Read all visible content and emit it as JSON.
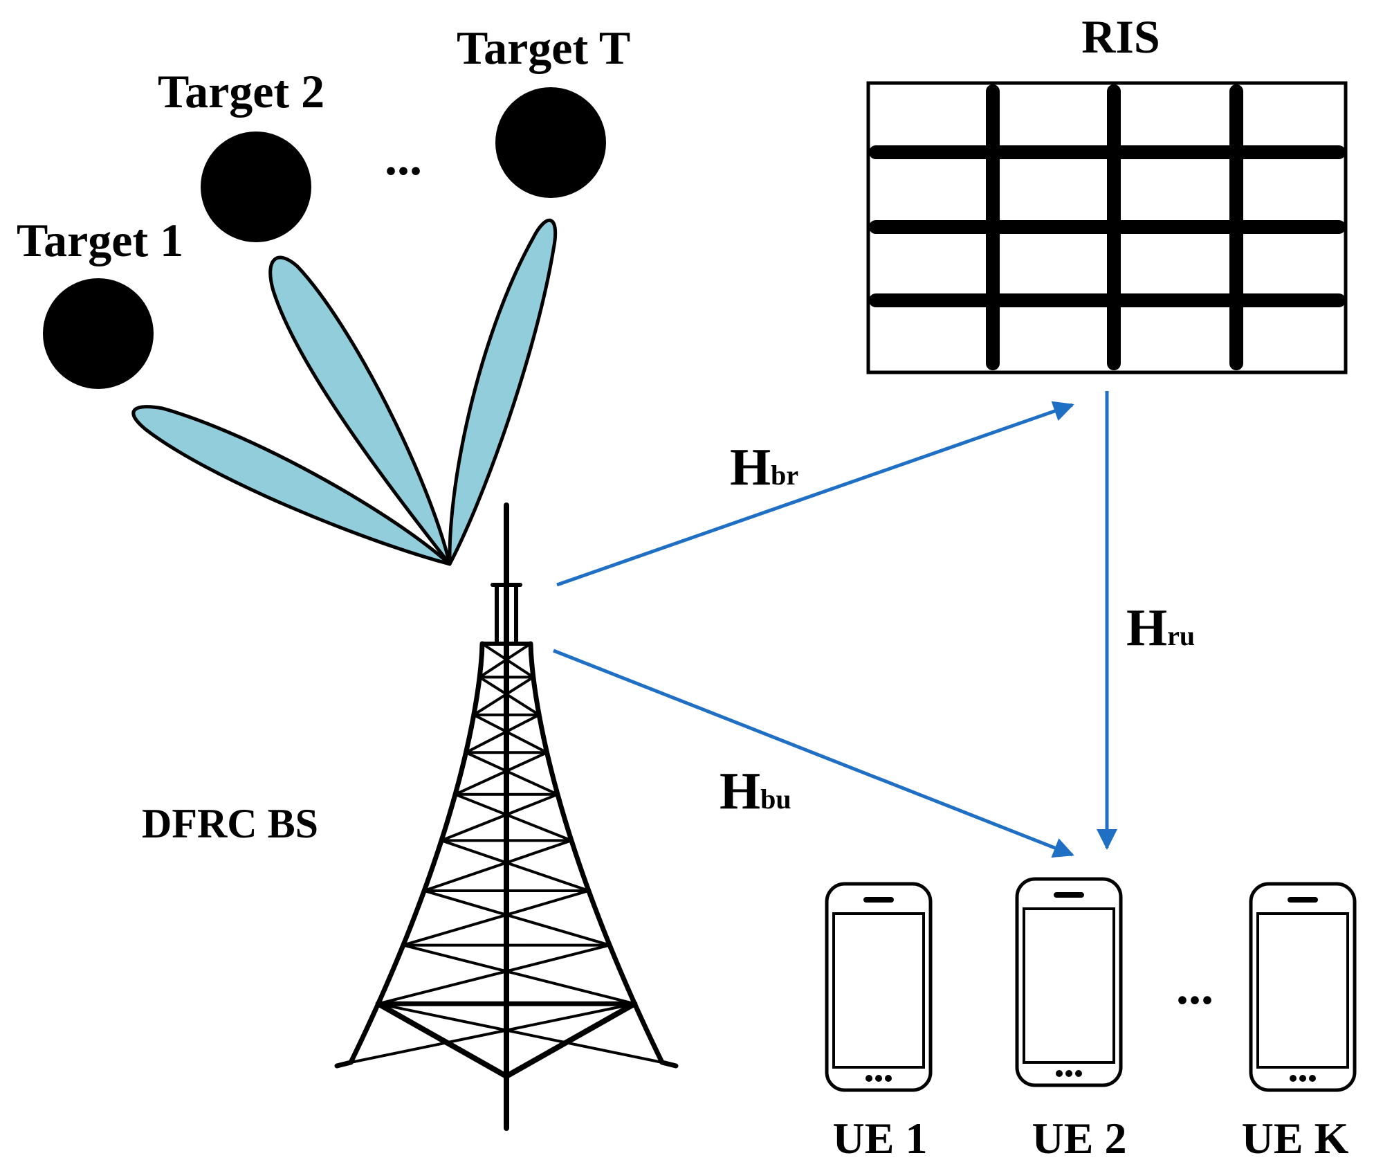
{
  "targets": {
    "target_1_label": "Target 1",
    "target_2_label": "Target 2",
    "target_t_label": "Target T",
    "ellipsis": "..."
  },
  "ris": {
    "label": "RIS"
  },
  "bs": {
    "label": "DFRC BS"
  },
  "channels": {
    "br": {
      "main": "H",
      "sub": "br"
    },
    "ru": {
      "main": "H",
      "sub": "ru"
    },
    "bu": {
      "main": "H",
      "sub": "bu"
    }
  },
  "users": {
    "ue_1_label": "UE 1",
    "ue_2_label": "UE 2",
    "ue_k_label": "UE K",
    "ellipsis": "..."
  },
  "colors": {
    "beam_fill": "#92cddc",
    "arrow": "#1f6fc4",
    "ink": "#000000"
  }
}
